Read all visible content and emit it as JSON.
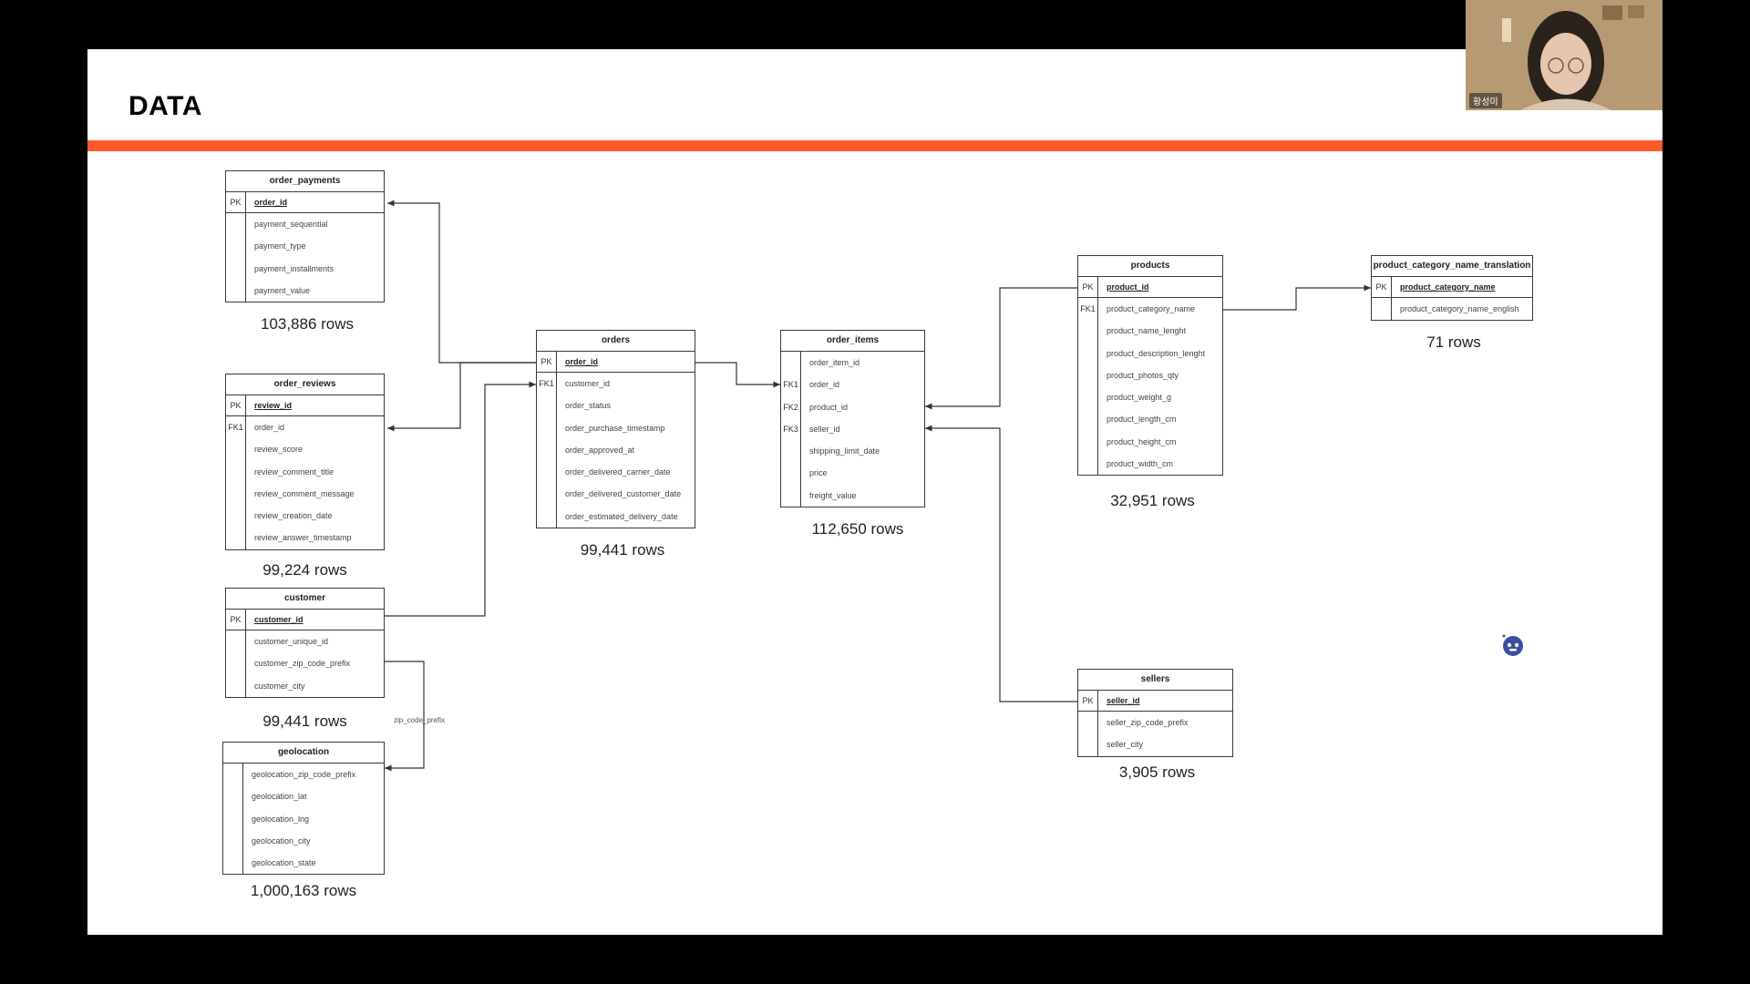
{
  "slide": {
    "title": "DATA",
    "accent_color": "#ff5a2a"
  },
  "tables": [
    {
      "id": "order_payments",
      "title": "order_payments",
      "pk": "order_id",
      "fields": [
        {
          "key": "",
          "name": "payment_sequential"
        },
        {
          "key": "",
          "name": "payment_type"
        },
        {
          "key": "",
          "name": "payment_installments"
        },
        {
          "key": "",
          "name": "payment_value"
        }
      ],
      "rows": "103,886 rows"
    },
    {
      "id": "order_reviews",
      "title": "order_reviews",
      "pk": "review_id",
      "fields": [
        {
          "key": "FK1",
          "name": "order_id"
        },
        {
          "key": "",
          "name": "review_score"
        },
        {
          "key": "",
          "name": "review_comment_title"
        },
        {
          "key": "",
          "name": "review_comment_message"
        },
        {
          "key": "",
          "name": "review_creation_date"
        },
        {
          "key": "",
          "name": "review_answer_timestamp"
        }
      ],
      "rows": "99,224 rows"
    },
    {
      "id": "customer",
      "title": "customer",
      "pk": "customer_id",
      "fields": [
        {
          "key": "",
          "name": "customer_unique_id"
        },
        {
          "key": "",
          "name": "customer_zip_code_prefix"
        },
        {
          "key": "",
          "name": "customer_city"
        }
      ],
      "rows": "99,441 rows"
    },
    {
      "id": "geolocation",
      "title": "geolocation",
      "pk": null,
      "fields": [
        {
          "key": "",
          "name": "geolocation_zip_code_prefix"
        },
        {
          "key": "",
          "name": "geolocation_lat"
        },
        {
          "key": "",
          "name": "geolocation_lng"
        },
        {
          "key": "",
          "name": "geolocation_city"
        },
        {
          "key": "",
          "name": "geolocation_state"
        }
      ],
      "rows": "1,000,163 rows"
    },
    {
      "id": "orders",
      "title": "orders",
      "pk": "order_id",
      "fields": [
        {
          "key": "FK1",
          "name": "customer_id"
        },
        {
          "key": "",
          "name": "order_status"
        },
        {
          "key": "",
          "name": "order_purchase_timestamp"
        },
        {
          "key": "",
          "name": "order_approved_at"
        },
        {
          "key": "",
          "name": "order_delivered_carrier_date"
        },
        {
          "key": "",
          "name": "order_delivered_customer_date"
        },
        {
          "key": "",
          "name": "order_estimated_delivery_date"
        }
      ],
      "rows": "99,441 rows"
    },
    {
      "id": "order_items",
      "title": "order_items",
      "pk": null,
      "fields": [
        {
          "key": "",
          "name": "order_item_id"
        },
        {
          "key": "FK1",
          "name": "order_id"
        },
        {
          "key": "FK2",
          "name": "product_id"
        },
        {
          "key": "FK3",
          "name": "seller_id"
        },
        {
          "key": "",
          "name": "shipping_limit_date"
        },
        {
          "key": "",
          "name": "price"
        },
        {
          "key": "",
          "name": "freight_value"
        }
      ],
      "rows": "112,650 rows"
    },
    {
      "id": "products",
      "title": "products",
      "pk": "product_id",
      "fields": [
        {
          "key": "FK1",
          "name": "product_category_name"
        },
        {
          "key": "",
          "name": "product_name_lenght"
        },
        {
          "key": "",
          "name": "product_description_lenght"
        },
        {
          "key": "",
          "name": "product_photos_qty"
        },
        {
          "key": "",
          "name": "product_weight_g"
        },
        {
          "key": "",
          "name": "product_length_cm"
        },
        {
          "key": "",
          "name": "product_height_cm"
        },
        {
          "key": "",
          "name": "product_width_cm"
        }
      ],
      "rows": "32,951 rows"
    },
    {
      "id": "sellers",
      "title": "sellers",
      "pk": "seller_id",
      "fields": [
        {
          "key": "",
          "name": "seller_zip_code_prefix"
        },
        {
          "key": "",
          "name": "seller_city"
        }
      ],
      "rows": "3,905 rows"
    },
    {
      "id": "product_category_name_translation",
      "title": "product_category_name_translation",
      "pk": "product_category_name",
      "fields": [
        {
          "key": "",
          "name": "product_category_name_english"
        }
      ],
      "rows": "71 rows"
    }
  ],
  "relationship_label": "zip_code_prefix",
  "webcam": {
    "name": "황성미"
  }
}
